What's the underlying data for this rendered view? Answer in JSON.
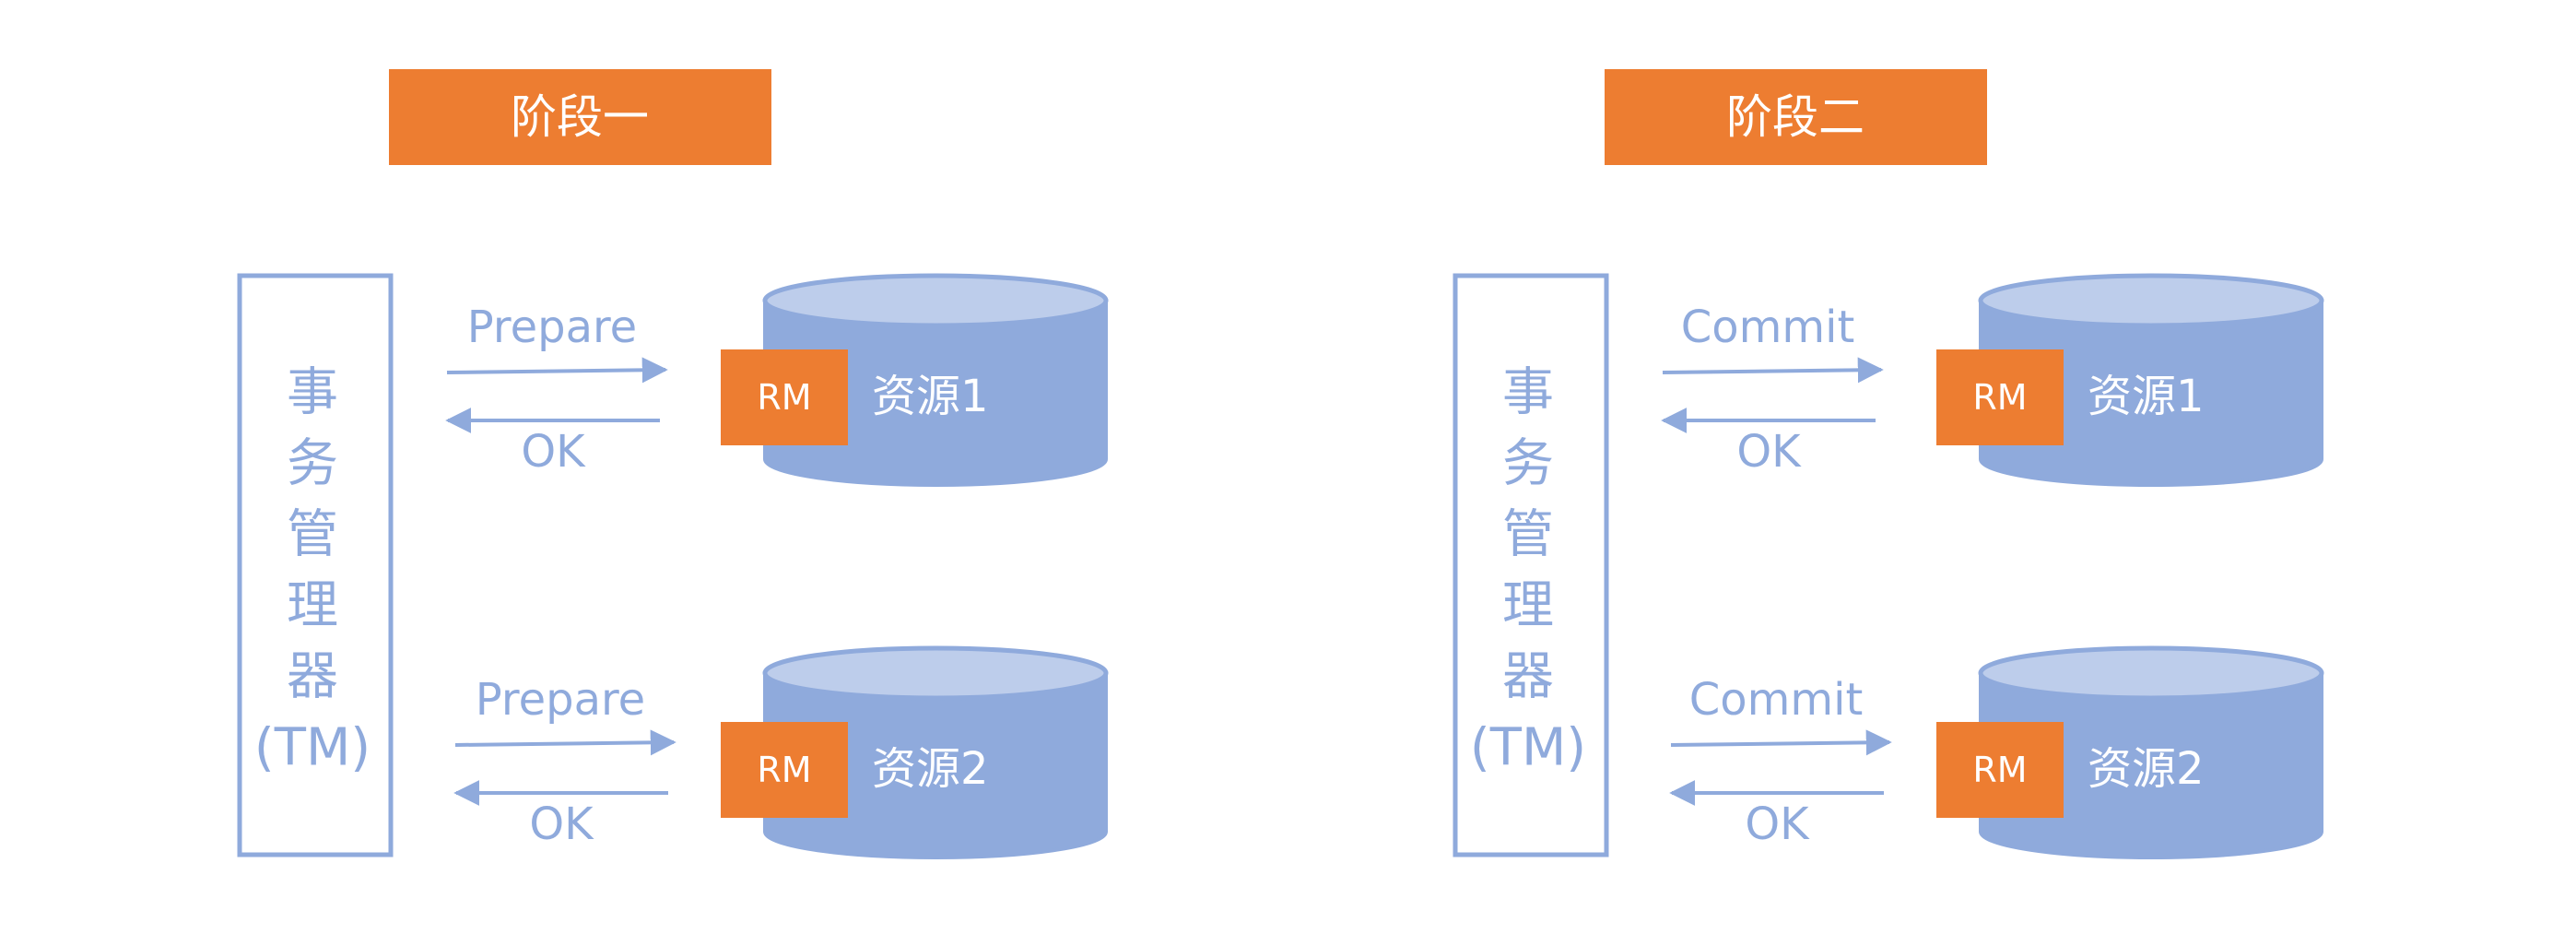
{
  "colors": {
    "orange": "#ED7D31",
    "blue": "#8FAADC",
    "light_blue": "#BDCDEB"
  },
  "stages": [
    {
      "title": "阶段一",
      "tm_chars": [
        "事",
        "务",
        "管",
        "理",
        "器",
        "(TM)"
      ],
      "resources": [
        {
          "request": "Prepare",
          "response": "OK",
          "rm": "RM",
          "name": "资源1"
        },
        {
          "request": "Prepare",
          "response": "OK",
          "rm": "RM",
          "name": "资源2"
        }
      ]
    },
    {
      "title": "阶段二",
      "tm_chars": [
        "事",
        "务",
        "管",
        "理",
        "器",
        "(TM)"
      ],
      "resources": [
        {
          "request": "Commit",
          "response": "OK",
          "rm": "RM",
          "name": "资源1"
        },
        {
          "request": "Commit",
          "response": "OK",
          "rm": "RM",
          "name": "资源2"
        }
      ]
    }
  ]
}
